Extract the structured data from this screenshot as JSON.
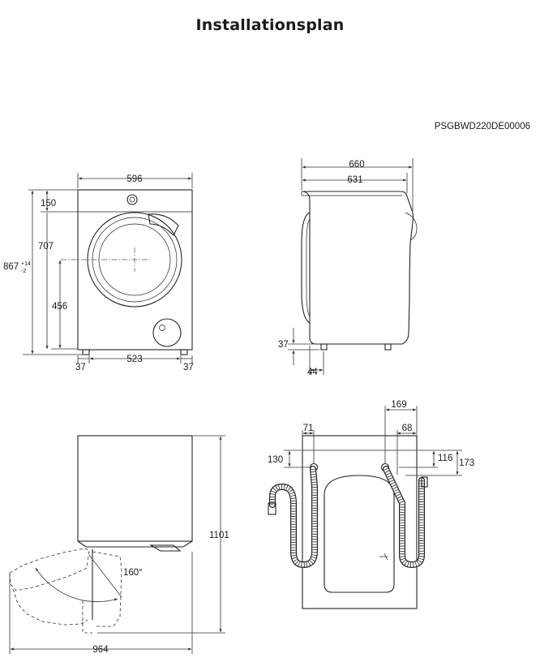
{
  "title": "Installationsplan",
  "model_code": "PSGBWD220DE00006",
  "front_view": {
    "width": "596",
    "top_panel": "150",
    "door_center": "707",
    "total_height": "867",
    "tol_plus": "+14",
    "tol_minus": "-2",
    "door_bottom": "456",
    "left_foot": "37",
    "foot_span": "523",
    "right_foot": "37"
  },
  "side_view": {
    "overall_depth": "660",
    "body_depth": "631",
    "foot_height": "37",
    "foot_offset": "44"
  },
  "door_view": {
    "total_height": "1101",
    "door_angle": "160°",
    "door_swing_depth": "964"
  },
  "rear_view": {
    "inlet_x": "71",
    "inlet_y": "130",
    "drain_x": "169",
    "drain_x2": "68",
    "drain_y": "116",
    "drain_y2": "173"
  }
}
